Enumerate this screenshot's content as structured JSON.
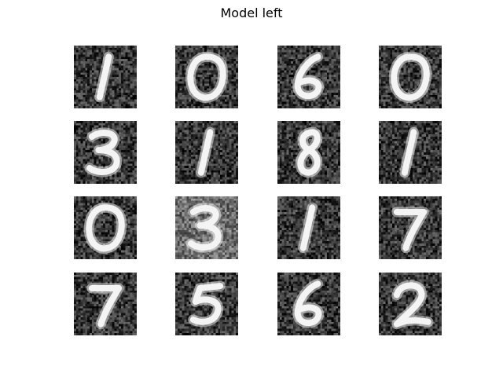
{
  "figure": {
    "title": "Model left"
  },
  "images": [
    {
      "digit": "1"
    },
    {
      "digit": "0"
    },
    {
      "digit": "6"
    },
    {
      "digit": "0"
    },
    {
      "digit": "3"
    },
    {
      "digit": "1"
    },
    {
      "digit": "8"
    },
    {
      "digit": "1"
    },
    {
      "digit": "0"
    },
    {
      "digit": "3"
    },
    {
      "digit": "1"
    },
    {
      "digit": "7"
    },
    {
      "digit": "7"
    },
    {
      "digit": "5"
    },
    {
      "digit": "6"
    },
    {
      "digit": "2"
    }
  ]
}
